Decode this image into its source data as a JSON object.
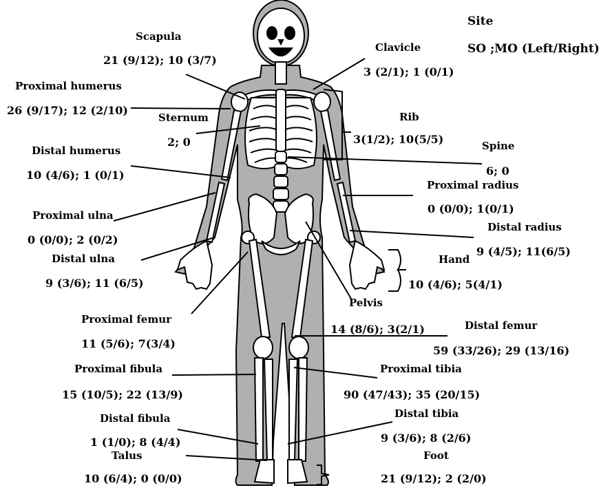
{
  "legend": {
    "title": "Site",
    "subtitle": "SO ;MO (Left/Right)"
  },
  "sites": {
    "scapula": {
      "name": "Scapula",
      "value": "21 (9/12); 10 (3/7)"
    },
    "proximal_humerus": {
      "name": "Proximal humerus",
      "value": "26 (9/17); 12 (2/10)"
    },
    "sternum": {
      "name": "Sternum",
      "value": "2; 0"
    },
    "distal_humerus": {
      "name": "Distal humerus",
      "value": "10 (4/6); 1 (0/1)"
    },
    "proximal_ulna": {
      "name": "Proximal ulna",
      "value": "0 (0/0); 2 (0/2)"
    },
    "distal_ulna": {
      "name": "Distal ulna",
      "value": "9 (3/6); 11 (6/5)"
    },
    "proximal_femur": {
      "name": "Proximal femur",
      "value": "11 (5/6); 7(3/4)"
    },
    "proximal_fibula": {
      "name": "Proximal fibula",
      "value": "15 (10/5); 22 (13/9)"
    },
    "distal_fibula": {
      "name": "Distal fibula",
      "value": "1 (1/0); 8 (4/4)"
    },
    "talus": {
      "name": "Talus",
      "value": "10 (6/4); 0 (0/0)"
    },
    "clavicle": {
      "name": "Clavicle",
      "value": "3 (2/1); 1 (0/1)"
    },
    "rib": {
      "name": "Rib",
      "value": "3(1/2); 10(5/5)"
    },
    "spine": {
      "name": "Spine",
      "value": "6; 0"
    },
    "proximal_radius": {
      "name": "Proximal radius",
      "value": "0 (0/0); 1(0/1)"
    },
    "distal_radius": {
      "name": "Distal radius",
      "value": "9 (4/5); 11(6/5)"
    },
    "hand": {
      "name": "Hand",
      "value": "10 (4/6); 5(4/1)"
    },
    "pelvis": {
      "name": "Pelvis",
      "value": "14 (8/6); 3(2/1)"
    },
    "distal_femur": {
      "name": "Distal femur",
      "value": "59 (33/26); 29 (13/16)"
    },
    "proximal_tibia": {
      "name": "Proximal tibia",
      "value": "90 (47/43); 35 (20/15)"
    },
    "distal_tibia": {
      "name": "Distal tibia",
      "value": "9 (3/6); 8 (2/6)"
    },
    "foot": {
      "name": "Foot",
      "value": "21 (9/12); 2 (2/0)"
    }
  },
  "colors": {
    "body_silhouette": "#b0b0b0",
    "bone": "#ffffff",
    "outline": "#000000",
    "background": "#ffffff"
  }
}
